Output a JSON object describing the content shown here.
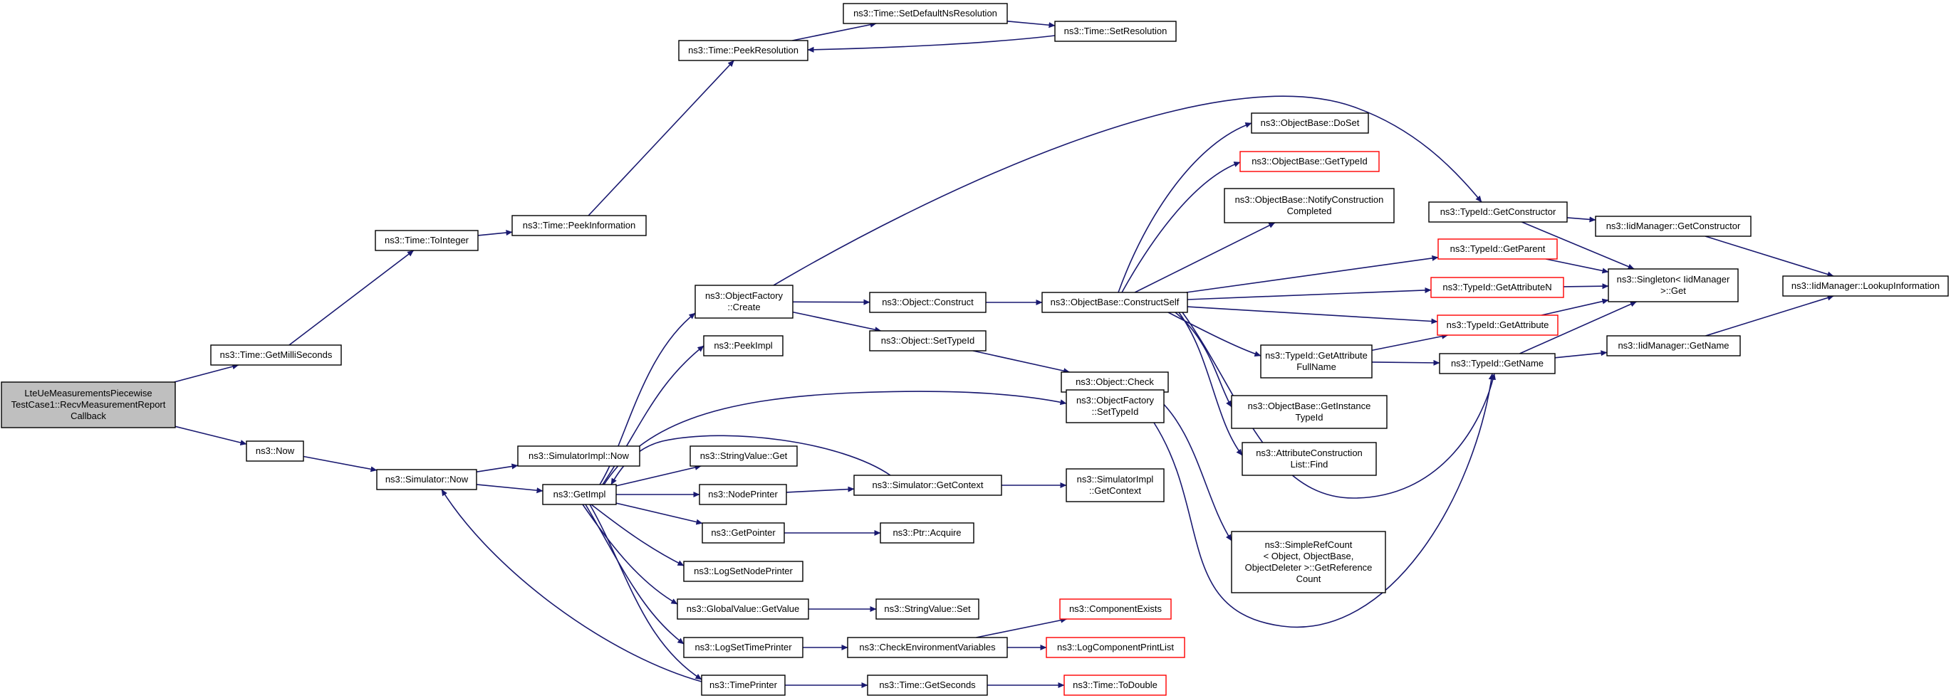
{
  "graph": {
    "description": "",
    "nodes": [
      {
        "id": "root",
        "lines": [
          "LteUeMeasurementsPiecewise",
          "TestCase1::RecvMeasurementReport",
          "Callback"
        ],
        "style": "root"
      },
      {
        "id": "getMilliSeconds",
        "lines": [
          "ns3::Time::GetMilliSeconds"
        ]
      },
      {
        "id": "now",
        "lines": [
          "ns3::Now"
        ]
      },
      {
        "id": "toInteger",
        "lines": [
          "ns3::Time::ToInteger"
        ]
      },
      {
        "id": "peekInformation",
        "lines": [
          "ns3::Time::PeekInformation"
        ]
      },
      {
        "id": "peekResolution",
        "lines": [
          "ns3::Time::PeekResolution"
        ]
      },
      {
        "id": "setDefaultNsResolution",
        "lines": [
          "ns3::Time::SetDefaultNsResolution"
        ]
      },
      {
        "id": "setResolution",
        "lines": [
          "ns3::Time::SetResolution"
        ]
      },
      {
        "id": "simulatorNow",
        "lines": [
          "ns3::Simulator::Now"
        ]
      },
      {
        "id": "simulatorImplNow",
        "lines": [
          "ns3::SimulatorImpl::Now"
        ]
      },
      {
        "id": "getImpl",
        "lines": [
          "ns3::GetImpl"
        ]
      },
      {
        "id": "objectFactoryCreate",
        "lines": [
          "ns3::ObjectFactory",
          "::Create"
        ]
      },
      {
        "id": "peekImpl",
        "lines": [
          "ns3::PeekImpl"
        ]
      },
      {
        "id": "stringValueGet",
        "lines": [
          "ns3::StringValue::Get"
        ]
      },
      {
        "id": "nodePrinter",
        "lines": [
          "ns3::NodePrinter"
        ]
      },
      {
        "id": "getPointer",
        "lines": [
          "ns3::GetPointer"
        ]
      },
      {
        "id": "logSetNodePrinter",
        "lines": [
          "ns3::LogSetNodePrinter"
        ]
      },
      {
        "id": "globalValueGetValue",
        "lines": [
          "ns3::GlobalValue::GetValue"
        ]
      },
      {
        "id": "logSetTimePrinter",
        "lines": [
          "ns3::LogSetTimePrinter"
        ]
      },
      {
        "id": "timePrinter",
        "lines": [
          "ns3::TimePrinter"
        ]
      },
      {
        "id": "objectConstruct",
        "lines": [
          "ns3::Object::Construct"
        ]
      },
      {
        "id": "objectSetTypeId",
        "lines": [
          "ns3::Object::SetTypeId"
        ]
      },
      {
        "id": "simulatorGetContext",
        "lines": [
          "ns3::Simulator::GetContext"
        ]
      },
      {
        "id": "ptrAcquire",
        "lines": [
          "ns3::Ptr::Acquire"
        ]
      },
      {
        "id": "stringValueSet",
        "lines": [
          "ns3::StringValue::Set"
        ]
      },
      {
        "id": "checkEnvironmentVariables",
        "lines": [
          "ns3::CheckEnvironmentVariables"
        ]
      },
      {
        "id": "timeGetSeconds",
        "lines": [
          "ns3::Time::GetSeconds"
        ]
      },
      {
        "id": "constructSelf",
        "lines": [
          "ns3::ObjectBase::ConstructSelf"
        ]
      },
      {
        "id": "objectCheck",
        "lines": [
          "ns3::Object::Check"
        ]
      },
      {
        "id": "objectFactorySetTypeId",
        "lines": [
          "ns3::ObjectFactory",
          "::SetTypeId"
        ]
      },
      {
        "id": "simulatorImplGetContext",
        "lines": [
          "ns3::SimulatorImpl",
          "::GetContext"
        ]
      },
      {
        "id": "componentExists",
        "lines": [
          "ns3::ComponentExists"
        ],
        "style": "truncated"
      },
      {
        "id": "logComponentPrintList",
        "lines": [
          "ns3::LogComponentPrintList"
        ],
        "style": "truncated"
      },
      {
        "id": "timeToDouble",
        "lines": [
          "ns3::Time::ToDouble"
        ],
        "style": "truncated"
      },
      {
        "id": "doSet",
        "lines": [
          "ns3::ObjectBase::DoSet"
        ]
      },
      {
        "id": "objectBaseGetTypeId",
        "lines": [
          "ns3::ObjectBase::GetTypeId"
        ],
        "style": "truncated"
      },
      {
        "id": "notifyConstructionCompleted",
        "lines": [
          "ns3::ObjectBase::NotifyConstruction",
          "Completed"
        ]
      },
      {
        "id": "getAttributeFullName",
        "lines": [
          "ns3::TypeId::GetAttribute",
          "FullName"
        ]
      },
      {
        "id": "getInstanceTypeId",
        "lines": [
          "ns3::ObjectBase::GetInstance",
          "TypeId"
        ]
      },
      {
        "id": "attributeConstructionListFind",
        "lines": [
          "ns3::AttributeConstruction",
          "List::Find"
        ]
      },
      {
        "id": "simpleRefCount",
        "lines": [
          "ns3::SimpleRefCount",
          "< Object, ObjectBase,",
          "ObjectDeleter >::GetReference",
          "Count"
        ]
      },
      {
        "id": "getConstructor",
        "lines": [
          "ns3::TypeId::GetConstructor"
        ]
      },
      {
        "id": "getParent",
        "lines": [
          "ns3::TypeId::GetParent"
        ],
        "style": "truncated"
      },
      {
        "id": "getAttributeN",
        "lines": [
          "ns3::TypeId::GetAttributeN"
        ],
        "style": "truncated"
      },
      {
        "id": "getAttribute",
        "lines": [
          "ns3::TypeId::GetAttribute"
        ],
        "style": "truncated"
      },
      {
        "id": "typeIdGetName",
        "lines": [
          "ns3::TypeId::GetName"
        ]
      },
      {
        "id": "iidGetConstructor",
        "lines": [
          "ns3::IidManager::GetConstructor"
        ]
      },
      {
        "id": "singletonGet",
        "lines": [
          "ns3::Singleton< IidManager",
          ">::Get"
        ]
      },
      {
        "id": "iidGetName",
        "lines": [
          "ns3::IidManager::GetName"
        ]
      },
      {
        "id": "lookupInformation",
        "lines": [
          "ns3::IidManager::LookupInformation"
        ]
      }
    ],
    "edges": [
      {
        "from": "root",
        "to": "getMilliSeconds"
      },
      {
        "from": "root",
        "to": "now"
      },
      {
        "from": "getMilliSeconds",
        "to": "toInteger"
      },
      {
        "from": "toInteger",
        "to": "peekInformation"
      },
      {
        "from": "peekInformation",
        "to": "peekResolution"
      },
      {
        "from": "peekResolution",
        "to": "setDefaultNsResolution"
      },
      {
        "from": "setDefaultNsResolution",
        "to": "setResolution"
      },
      {
        "from": "setResolution",
        "to": "peekResolution"
      },
      {
        "from": "now",
        "to": "simulatorNow"
      },
      {
        "from": "simulatorNow",
        "to": "simulatorImplNow"
      },
      {
        "from": "simulatorNow",
        "to": "getImpl"
      },
      {
        "from": "getImpl",
        "to": "objectFactoryCreate"
      },
      {
        "from": "getImpl",
        "to": "peekImpl"
      },
      {
        "from": "getImpl",
        "to": "objectFactorySetTypeId"
      },
      {
        "from": "getImpl",
        "to": "stringValueGet"
      },
      {
        "from": "getImpl",
        "to": "nodePrinter"
      },
      {
        "from": "getImpl",
        "to": "getPointer"
      },
      {
        "from": "getImpl",
        "to": "logSetNodePrinter"
      },
      {
        "from": "getImpl",
        "to": "globalValueGetValue"
      },
      {
        "from": "getImpl",
        "to": "logSetTimePrinter"
      },
      {
        "from": "getImpl",
        "to": "timePrinter"
      },
      {
        "from": "timePrinter",
        "to": "simulatorNow"
      },
      {
        "from": "simulatorGetContext",
        "to": "getImpl"
      },
      {
        "from": "nodePrinter",
        "to": "simulatorGetContext"
      },
      {
        "from": "simulatorGetContext",
        "to": "simulatorImplGetContext"
      },
      {
        "from": "getPointer",
        "to": "ptrAcquire"
      },
      {
        "from": "globalValueGetValue",
        "to": "stringValueSet"
      },
      {
        "from": "logSetTimePrinter",
        "to": "checkEnvironmentVariables"
      },
      {
        "from": "checkEnvironmentVariables",
        "to": "componentExists"
      },
      {
        "from": "checkEnvironmentVariables",
        "to": "logComponentPrintList"
      },
      {
        "from": "timePrinter",
        "to": "timeGetSeconds"
      },
      {
        "from": "timeGetSeconds",
        "to": "timeToDouble"
      },
      {
        "from": "objectFactoryCreate",
        "to": "objectConstruct"
      },
      {
        "from": "objectFactoryCreate",
        "to": "objectSetTypeId"
      },
      {
        "from": "objectFactoryCreate",
        "to": "getConstructor"
      },
      {
        "from": "objectConstruct",
        "to": "constructSelf"
      },
      {
        "from": "objectSetTypeId",
        "to": "objectCheck"
      },
      {
        "from": "objectCheck",
        "to": "simpleRefCount"
      },
      {
        "from": "objectFactorySetTypeId",
        "to": "typeIdGetName"
      },
      {
        "from": "constructSelf",
        "to": "doSet"
      },
      {
        "from": "constructSelf",
        "to": "objectBaseGetTypeId"
      },
      {
        "from": "constructSelf",
        "to": "notifyConstructionCompleted"
      },
      {
        "from": "constructSelf",
        "to": "getParent"
      },
      {
        "from": "constructSelf",
        "to": "getAttributeN"
      },
      {
        "from": "constructSelf",
        "to": "getAttribute"
      },
      {
        "from": "constructSelf",
        "to": "getAttributeFullName"
      },
      {
        "from": "constructSelf",
        "to": "getInstanceTypeId"
      },
      {
        "from": "constructSelf",
        "to": "attributeConstructionListFind"
      },
      {
        "from": "constructSelf",
        "to": "typeIdGetName"
      },
      {
        "from": "getAttributeFullName",
        "to": "getAttribute"
      },
      {
        "from": "getAttributeFullName",
        "to": "typeIdGetName"
      },
      {
        "from": "getConstructor",
        "to": "iidGetConstructor"
      },
      {
        "from": "getConstructor",
        "to": "singletonGet"
      },
      {
        "from": "getParent",
        "to": "singletonGet"
      },
      {
        "from": "getAttributeN",
        "to": "singletonGet"
      },
      {
        "from": "getAttribute",
        "to": "singletonGet"
      },
      {
        "from": "typeIdGetName",
        "to": "singletonGet"
      },
      {
        "from": "typeIdGetName",
        "to": "iidGetName"
      },
      {
        "from": "iidGetConstructor",
        "to": "lookupInformation"
      },
      {
        "from": "iidGetName",
        "to": "lookupInformation"
      }
    ],
    "colors": {
      "edge": "#191970",
      "node_border": "#000000",
      "truncated_border": "#ff0000",
      "root_fill": "#bfbfbf",
      "node_fill": "#ffffff"
    }
  }
}
